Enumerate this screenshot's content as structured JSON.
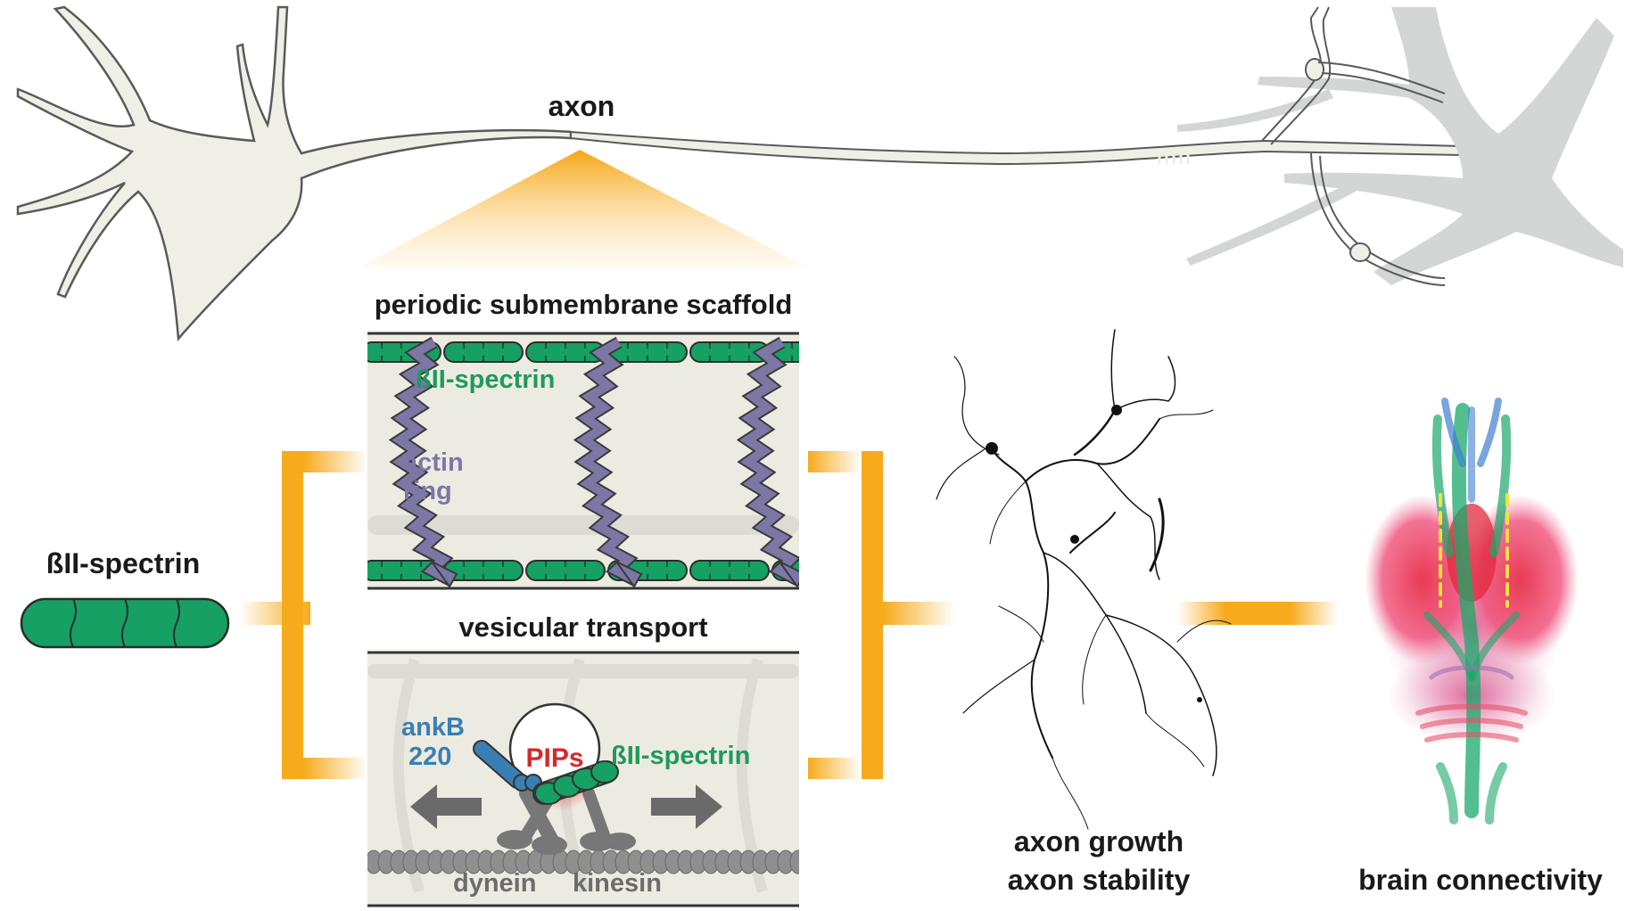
{
  "labels": {
    "axon": "axon",
    "scaffold_title": "periodic submembrane scaffold",
    "spectrin_top": "ßII-spectrin",
    "actin_line1": "actin",
    "actin_line2": "ring",
    "transport_title": "vesicular transport",
    "ankb_line1": "ankB",
    "ankb_line2": "220",
    "pips": "PIPs",
    "spectrin_bottom": "ßII-spectrin",
    "dynein": "dynein",
    "kinesin": "kinesin",
    "spectrin_left": "ßII-spectrin",
    "axon_growth": "axon growth",
    "axon_stability": "axon stability",
    "brain_connectivity": "brain connectivity"
  },
  "colors": {
    "neuron_fill": "#f0efe6",
    "neuron_stroke": "#5a5a5a",
    "target_neuron": "#d4d6d6",
    "bracket": "#f6ab1c",
    "spectrin": "#16a064",
    "actin": "#7d77a6",
    "ankyrin": "#3a7fb3",
    "pips": "#d42a2a",
    "motor": "#777777",
    "panel_bg": "#ecebe2"
  }
}
